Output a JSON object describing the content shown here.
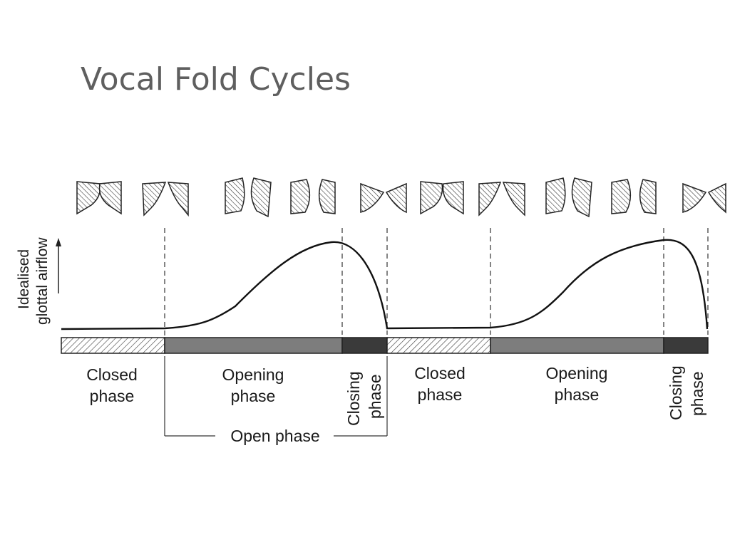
{
  "slide": {
    "title": "Vocal Fold Cycles"
  },
  "diagram": {
    "y_axis_label_line1": "Idealised",
    "y_axis_label_line2": "glottal airflow",
    "phase_labels": {
      "closed_1_line1": "Closed",
      "closed_1_line2": "phase",
      "opening_1_line1": "Opening",
      "opening_1_line2": "phase",
      "closing_1_line1": "Closing",
      "closing_1_line2": "phase",
      "closed_2_line1": "Closed",
      "closed_2_line2": "phase",
      "opening_2_line1": "Opening",
      "opening_2_line2": "phase",
      "closing_2_line1": "Closing",
      "closing_2_line2": "phase",
      "open_phase": "Open phase"
    },
    "colors": {
      "opening_bar": "#7d7d7d",
      "closing_bar": "#3a3a3a",
      "curve": "#111111"
    }
  }
}
